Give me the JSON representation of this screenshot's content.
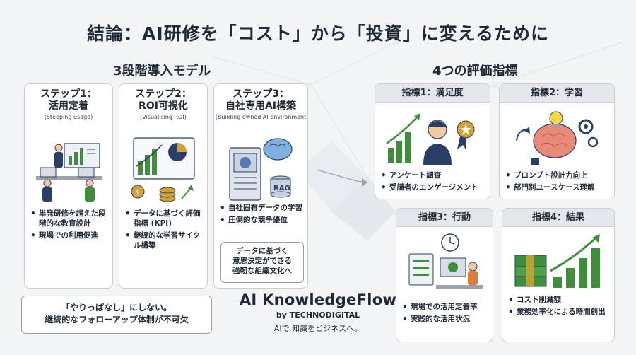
{
  "title": "結論：AI研修を「コスト」から「投資」に変えるために",
  "left_section": {
    "title": "3段階導入モデル",
    "steps": [
      {
        "title_line1": "ステップ1：",
        "title_line2": "活用定着",
        "subtitle": "(Steeping usage)",
        "bullets": [
          "単発研修を超えた段階的な教育設計",
          "現場での利用促進"
        ]
      },
      {
        "title_line1": "ステップ2：",
        "title_line2": "ROI可視化",
        "subtitle": "(Visualising ROI)",
        "bullets": [
          "データに基づく評価指標 (KPI)",
          "継続的な学習サイクル構築"
        ]
      },
      {
        "title_line1": "ステップ3：",
        "title_line2": "自社専用AI構築",
        "subtitle": "(Building owned AI environment",
        "rag_label": "RAG",
        "bullets": [
          "自社固有データの学習",
          "圧倒的な競争優位"
        ]
      }
    ],
    "callout_step3": [
      "データに基づく",
      "意思決定ができる",
      "強靭な組織文化へ"
    ],
    "callout_bottom": [
      "「やりっぱなし」にしない。",
      "継続的なフォローアップ体制が不可欠"
    ]
  },
  "right_section": {
    "title": "4つの評価指標",
    "metrics": [
      {
        "title": "指標1：満足度",
        "bullets": [
          "アンケート調査",
          "受講者のエンゲージメント"
        ]
      },
      {
        "title": "指標2：学習",
        "bullets": [
          "プロンプト設計力向上",
          "部門別ユースケース理解"
        ]
      },
      {
        "title": "指標3：行動",
        "bullets": [
          "現場での活用定着率",
          "実践的な活用状況"
        ]
      },
      {
        "title": "指標4：結果",
        "bullets": [
          "コスト削減額",
          "業務効率化による時間創出"
        ]
      }
    ]
  },
  "brand": {
    "name": "AI KnowledgeFlow",
    "by": "by TECHNODIGITAL",
    "tagline": "AIで 知識をビジネスへ。"
  },
  "colors": {
    "green": "#3f8f3a",
    "navy": "#2b3f66",
    "brain": "#e8897a",
    "gold": "#d4a22c"
  }
}
